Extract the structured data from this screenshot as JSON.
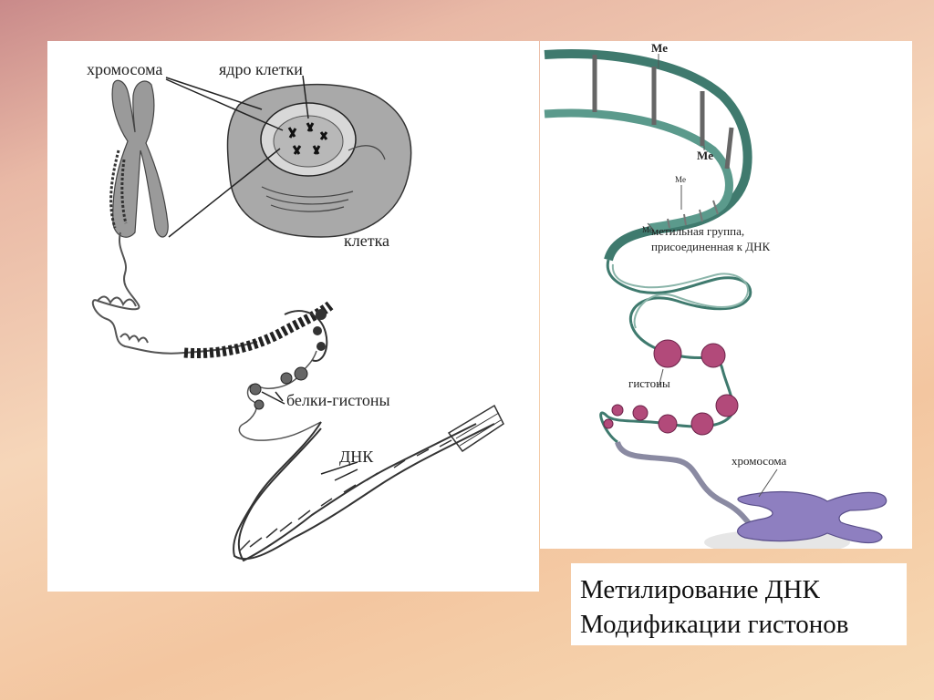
{
  "left_diagram": {
    "labels": {
      "chromosome": "хромосома",
      "nucleus": "ядро клетки",
      "cell": "клетка",
      "histones": "белки-гистоны",
      "dna": "ДНК"
    }
  },
  "right_diagram": {
    "labels": {
      "me_top": "Me",
      "me_mid": "Me",
      "me_small1": "Me",
      "me_small2": "Me",
      "methyl_line1": "метильная группа,",
      "methyl_line2": "присоединенная к ДНК",
      "histones": "гистоны",
      "chromosome": "хромосома"
    }
  },
  "caption": {
    "line1": "Метилирование ДНК",
    "line2": "Модификации гистонов"
  }
}
